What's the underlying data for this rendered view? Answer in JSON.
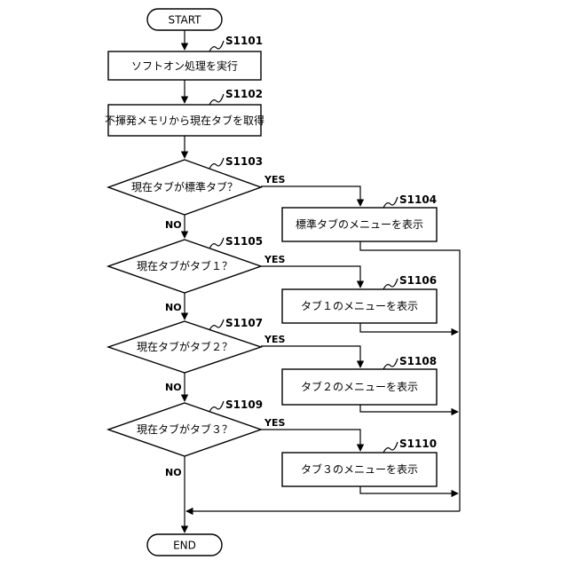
{
  "start": "START",
  "end": "END",
  "steps": [
    {
      "id": "S1101",
      "text": "ソフトオン処理を実行"
    },
    {
      "id": "S1102",
      "text": "不揮発メモリから現在タブを取得"
    },
    {
      "id": "S1103",
      "text": "現在タブが標準タブ？"
    },
    {
      "id": "S1104",
      "text": "標準タブのメニューを表示"
    },
    {
      "id": "S1105",
      "text": "現在タブがタブ１？"
    },
    {
      "id": "S1106",
      "text": "タブ１のメニューを表示"
    },
    {
      "id": "S1107",
      "text": "現在タブがタブ２？"
    },
    {
      "id": "S1108",
      "text": "タブ２のメニューを表示"
    },
    {
      "id": "S1109",
      "text": "現在タブがタブ３？"
    },
    {
      "id": "S1110",
      "text": "タブ３のメニューを表示"
    }
  ],
  "branch": {
    "yes": "YES",
    "no": "NO"
  }
}
